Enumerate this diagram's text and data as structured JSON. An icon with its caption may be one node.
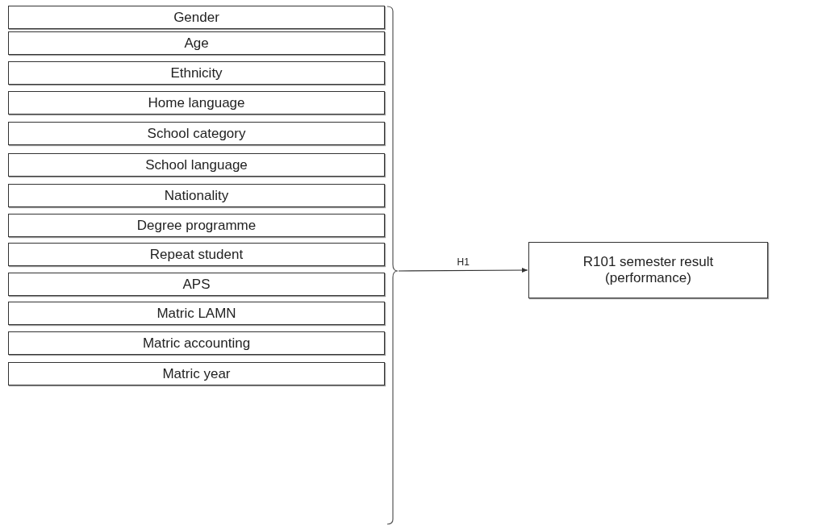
{
  "diagram": {
    "nodes": [
      {
        "text": [
          "Gender"
        ]
      },
      {
        "text": [
          "Age"
        ]
      },
      {
        "text": [
          "Ethnicity"
        ]
      },
      {
        "text": [
          "Home language"
        ]
      },
      {
        "text": [
          "School category"
        ]
      },
      {
        "text": [
          "School language"
        ]
      },
      {
        "text": [
          "Nationality"
        ]
      },
      {
        "text": [
          "Degree programme"
        ]
      },
      {
        "text": [
          "Repeat student"
        ]
      },
      {
        "text": [
          "APS"
        ]
      },
      {
        "text": [
          "Matric LAMN"
        ]
      },
      {
        "text": [
          "Matric accounting"
        ]
      },
      {
        "text": [
          "Matric year"
        ]
      },
      {
        "text": [],
        "shape": "bracket"
      },
      {
        "text": [
          "R101 semester result (performance)"
        ]
      }
    ],
    "edges": [
      {
        "from": 13,
        "to": 14,
        "arrow": "to",
        "label": "H1"
      }
    ]
  }
}
